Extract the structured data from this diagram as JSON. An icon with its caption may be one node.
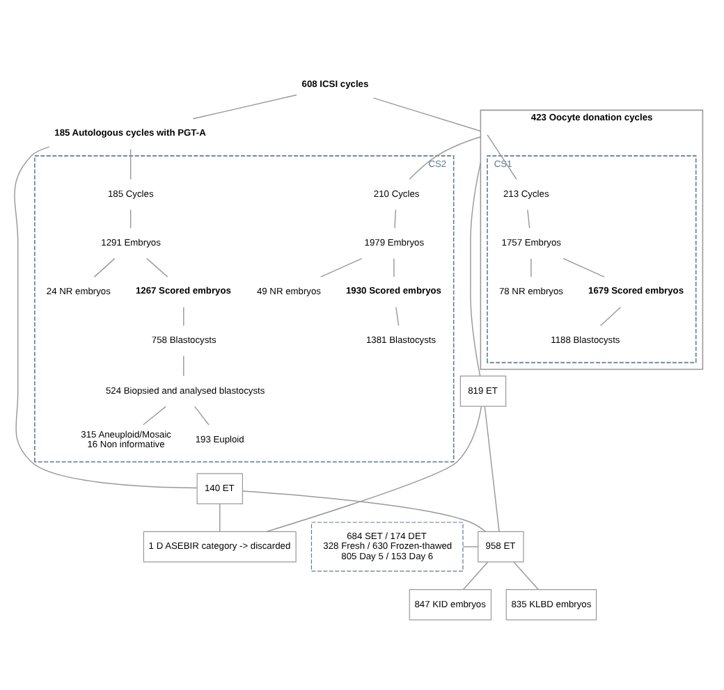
{
  "diagram": {
    "nodes": [
      {
        "text": [
          "608 ICSI cycles"
        ]
      },
      {
        "text": [
          "423 Oocyte donation cycles"
        ]
      },
      {
        "text": [
          "185 Autologous cycles with PGT-A"
        ]
      },
      {
        "text": [
          "CS1"
        ],
        "in": 1
      },
      {
        "text": [
          "213 Cycles"
        ],
        "in": 3
      },
      {
        "text": [
          "1757 Embryos"
        ],
        "in": 3
      },
      {
        "text": [
          "78 NR embryos"
        ],
        "in": 3
      },
      {
        "text": [
          "1679 Scored embryos"
        ],
        "in": 3
      },
      {
        "text": [
          "1188 Blastocysts"
        ],
        "in": 3
      },
      {
        "text": [
          "CS2"
        ]
      },
      {
        "text": [
          "210 Cycles"
        ],
        "in": 9
      },
      {
        "text": [
          "1979 Embryos"
        ],
        "in": 9
      },
      {
        "text": [
          "49 NR embryos"
        ],
        "in": 9
      },
      {
        "text": [
          "1930 Scored embryos"
        ],
        "in": 9
      },
      {
        "text": [
          "1381 Blastocysts"
        ],
        "in": 9
      },
      {
        "text": [
          "185 Cycles"
        ],
        "in": 9
      },
      {
        "text": [
          "1291 Embryos"
        ],
        "in": 9
      },
      {
        "text": [
          "24 NR embryos"
        ],
        "in": 9
      },
      {
        "text": [
          "1267 Scored embryos"
        ],
        "in": 9
      },
      {
        "text": [
          "758 Blastocysts"
        ],
        "in": 9
      },
      {
        "text": [
          "524 Biopsied and analysed blastocysts"
        ],
        "in": 9
      },
      {
        "text": [
          "315 Aneuploid/Mosaic",
          "16 Non informative"
        ],
        "in": 9
      },
      {
        "text": [
          "193 Euploid"
        ],
        "in": 9
      },
      {
        "text": [
          "819 ET"
        ]
      },
      {
        "text": [
          "140 ET"
        ]
      },
      {
        "text": [
          "1 D ASEBIR category -> discarded"
        ]
      },
      {
        "text": [
          "684 SET / 174 DET",
          "328 Fresh / 630 Frozen-thawed",
          "805 Day 5 / 153 Day 6"
        ]
      },
      {
        "text": [
          "958 ET"
        ]
      },
      {
        "text": [
          "847 KID embryos"
        ]
      },
      {
        "text": [
          "835 KLBD embryos"
        ]
      }
    ],
    "edges": [
      {
        "from": 0,
        "to": 1,
        "arrow": "none"
      },
      {
        "from": 0,
        "to": 2,
        "arrow": "none"
      },
      {
        "from": 1,
        "to": 4,
        "arrow": "none"
      },
      {
        "from": 1,
        "to": 10,
        "arrow": "none"
      },
      {
        "from": 4,
        "to": 5,
        "arrow": "none"
      },
      {
        "from": 5,
        "to": 6,
        "arrow": "none"
      },
      {
        "from": 5,
        "to": 7,
        "arrow": "none"
      },
      {
        "from": 7,
        "to": 8,
        "arrow": "none"
      },
      {
        "from": 10,
        "to": 11,
        "arrow": "none"
      },
      {
        "from": 11,
        "to": 12,
        "arrow": "none"
      },
      {
        "from": 11,
        "to": 13,
        "arrow": "none"
      },
      {
        "from": 13,
        "to": 14,
        "arrow": "none"
      },
      {
        "from": 2,
        "to": 15,
        "arrow": "none"
      },
      {
        "from": 15,
        "to": 16,
        "arrow": "none"
      },
      {
        "from": 16,
        "to": 17,
        "arrow": "none"
      },
      {
        "from": 16,
        "to": 18,
        "arrow": "none"
      },
      {
        "from": 18,
        "to": 19,
        "arrow": "none"
      },
      {
        "from": 19,
        "to": 20,
        "arrow": "none"
      },
      {
        "from": 20,
        "to": 21,
        "arrow": "none"
      },
      {
        "from": 20,
        "to": 22,
        "arrow": "none"
      },
      {
        "from": 1,
        "to": 23,
        "arrow": "none"
      },
      {
        "from": 2,
        "to": 24,
        "arrow": "none"
      },
      {
        "from": 23,
        "to": 27,
        "arrow": "none"
      },
      {
        "from": 24,
        "to": 27,
        "arrow": "none"
      },
      {
        "from": 23,
        "to": 25,
        "arrow": "none"
      },
      {
        "from": 24,
        "to": 25,
        "arrow": "none"
      },
      {
        "from": 26,
        "to": 27,
        "arrow": "none"
      },
      {
        "from": 27,
        "to": 28,
        "arrow": "none"
      },
      {
        "from": 27,
        "to": 29,
        "arrow": "none"
      }
    ]
  }
}
